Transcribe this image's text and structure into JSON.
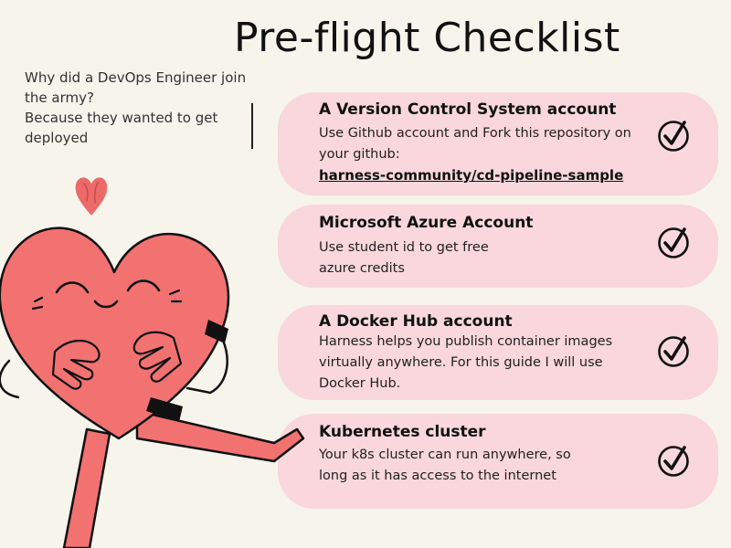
{
  "page": {
    "title": "Pre-flight Checklist"
  },
  "joke": {
    "question": "Why did a DevOps Engineer join the army?",
    "answer": "Because they wanted to get deployed"
  },
  "checklist": [
    {
      "title": "A Version Control System account",
      "body": "Use Github account and Fork this repository on your github:",
      "link": "harness-community/cd-pipeline-sample",
      "icon": "checkmark-circle-icon"
    },
    {
      "title": "Microsoft Azure Account",
      "body": "Use student id to get free azure credits",
      "icon": "checkmark-circle-icon"
    },
    {
      "title": "A Docker Hub account",
      "body": "Harness helps you publish container images virtually anywhere. For this guide I will use Docker Hub.",
      "icon": "checkmark-circle-icon"
    },
    {
      "title": "Kubernetes cluster",
      "body": "Your k8s cluster can run anywhere, so long as it has access to the internet",
      "icon": "checkmark-circle-icon"
    }
  ],
  "colors": {
    "background": "#f7f4ec",
    "card": "#f9d7dc",
    "heart": "#f27171",
    "outline": "#111111"
  }
}
